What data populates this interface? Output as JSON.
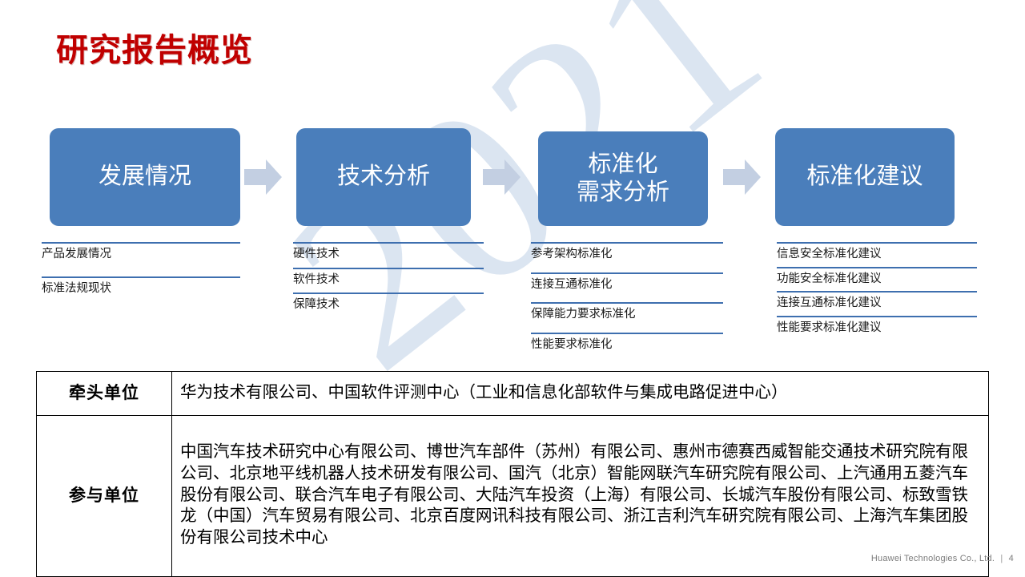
{
  "slide": {
    "title": "研究报告概览",
    "title_color": "#C00000",
    "box_color": "#4A7EBB",
    "arrow_color": "#C3CFE2",
    "rule_color": "#3E6FAF",
    "watermark_text": "2021"
  },
  "flow": {
    "steps": [
      {
        "id": "development",
        "lines": [
          "发展情况"
        ],
        "items": [
          "产品发展情况",
          "标准法规现状"
        ]
      },
      {
        "id": "technology",
        "lines": [
          "技术分析"
        ],
        "items": [
          "硬件技术",
          "软件技术",
          "保障技术"
        ]
      },
      {
        "id": "standardization-demand",
        "lines": [
          "标准化",
          "需求分析"
        ],
        "items": [
          "参考架构标准化",
          "连接互通标准化",
          "保障能力要求标准化",
          "性能要求标准化"
        ]
      },
      {
        "id": "standardization-advice",
        "lines": [
          "标准化建议"
        ],
        "items": [
          "信息安全标准化建议",
          "功能安全标准化建议",
          "连接互通标准化建议",
          "性能要求标准化建议"
        ]
      }
    ]
  },
  "table": {
    "rows": [
      {
        "label": "牵头单位",
        "value": "华为技术有限公司、中国软件评测中心（工业和信息化部软件与集成电路促进中心）"
      },
      {
        "label": "参与单位",
        "value": "中国汽车技术研究中心有限公司、博世汽车部件（苏州）有限公司、惠州市德赛西威智能交通技术研究院有限公司、北京地平线机器人技术研发有限公司、国汽（北京）智能网联汽车研究院有限公司、上汽通用五菱汽车股份有限公司、联合汽车电子有限公司、大陆汽车投资（上海）有限公司、长城汽车股份有限公司、标致雪铁龙（中国）汽车贸易有限公司、北京百度网讯科技有限公司、浙江吉利汽车研究院有限公司、上海汽车集团股份有限公司技术中心"
      }
    ]
  },
  "footer": {
    "company": "Huawei Technologies Co., Ltd.",
    "separator": "|",
    "page_number": "4"
  }
}
